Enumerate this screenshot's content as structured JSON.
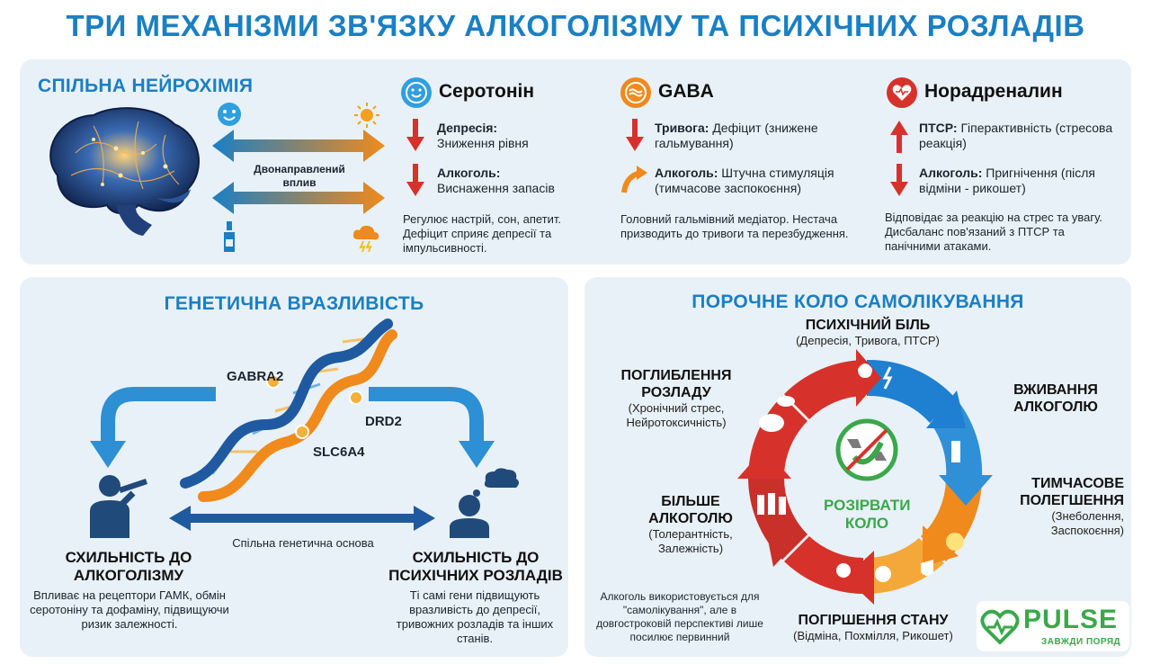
{
  "title": "ТРИ МЕХАНІЗМИ ЗВ'ЯЗКУ АЛКОГОЛІЗМУ ТА ПСИХІЧНИХ РОЗЛАДІВ",
  "neuro": {
    "title": "СПІЛЬНА НЕЙРОХІМІЯ",
    "arrow_label": "Двонаправлений вплив",
    "columns": [
      {
        "head": "Серотонін",
        "icon": "smile-icon",
        "items": [
          {
            "term": "Депресія:",
            "text": "Зниження рівня",
            "dir": "down"
          },
          {
            "term": "Алкоголь:",
            "text": "Виснаження запасів",
            "dir": "down"
          }
        ],
        "desc": "Регулює настрій, сон, апетит. Дефіцит сприяє депресії та імпульсивності."
      },
      {
        "head": "GABA",
        "icon": "wave-icon",
        "items": [
          {
            "term": "Тривога:",
            "text": "Дефіцит (знижене гальмування)",
            "dir": "down"
          },
          {
            "term": "Алкоголь:",
            "text": "Штучна стимуляція (тимчасове заспокоєння)",
            "dir": "curve-up"
          }
        ],
        "desc": "Головний гальмівний медіатор. Нестача призводить до тривоги та перезбудження."
      },
      {
        "head": "Норадреналин",
        "icon": "heart-pulse-icon",
        "items": [
          {
            "term": "ПТСР:",
            "text": "Гіперактивність (стресова реакція)",
            "dir": "up"
          },
          {
            "term": "Алкоголь:",
            "text": "Пригнічення (після відміни - рикошет)",
            "dir": "down"
          }
        ],
        "desc": "Відповідає за реакцію на стрес та увагу. Дисбаланс пов'язаний з ПТСР та панічними атаками."
      }
    ]
  },
  "genetic": {
    "title": "ГЕНЕТИЧНА ВРАЗЛИВІСТЬ",
    "genes": [
      "GABRA2",
      "DRD2",
      "SLC6A4"
    ],
    "shared_label": "Спільна генетична основа",
    "left_head": "СХИЛЬНІСТЬ ДО АЛКОГОЛІЗМУ",
    "left_desc": "Впливає на рецептори ГАМК, обмін серотоніну та дофаміну, підвищуючи ризик залежності.",
    "right_head": "СХИЛЬНІСТЬ ДО ПСИХІЧНИХ РОЗЛАДІВ",
    "right_desc": "Ті самі гени підвищують вразливість до депресії, тривожних розладів та інших станів."
  },
  "cycle": {
    "title": "ПОРОЧНЕ КОЛО САМОЛІКУВАННЯ",
    "center": "РОЗІРВАТИ КОЛО",
    "steps": [
      {
        "label": "ПСИХІЧНИЙ БІЛЬ",
        "sub": "(Депресія, Тривога, ПТСР)"
      },
      {
        "label": "ВЖИВАННЯ АЛКОГОЛЮ",
        "sub": ""
      },
      {
        "label": "ТИМЧАСОВЕ ПОЛЕГШЕННЯ",
        "sub": "(Знеболення, Заспокоєння)"
      },
      {
        "label": "ПОГІРШЕННЯ СТАНУ",
        "sub": "(Відміна, Похмілля, Рикошет)"
      },
      {
        "label": "БІЛЬШЕ АЛКОГОЛЮ",
        "sub": "(Толерантність, Залежність)"
      },
      {
        "label": "ПОГЛИБЛЕННЯ РОЗЛАДУ",
        "sub": "(Хронічний стрес, Нейротоксичність)"
      }
    ],
    "note": "Алкоголь використовується для \"самолікування\", але в довгостроковій перспективі лише посилює первинний"
  },
  "logo": {
    "name": "PULSE",
    "tagline": "ЗАВЖДИ ПОРЯД"
  },
  "colors": {
    "accent": "#1a7fc4",
    "red": "#d6322b",
    "orange": "#f08a1c",
    "green": "#3aa84a"
  }
}
